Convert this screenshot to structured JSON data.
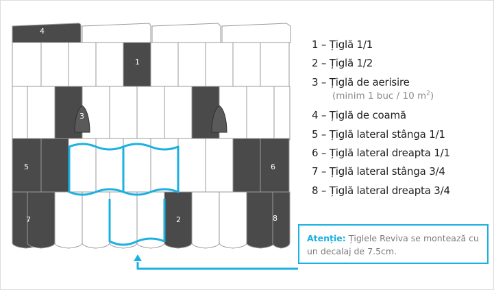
{
  "diagram": {
    "tile_numbers": {
      "ridge": "4",
      "full": "1",
      "half": "2",
      "vent": "3",
      "left_full": "5",
      "right_full": "6",
      "left_three_quarter": "7",
      "right_three_quarter": "8"
    }
  },
  "legend": {
    "items": [
      "1 – Țiglă 1/1",
      "2 – Țiglă 1/2",
      "3 – Țiglă de aerisire",
      "4 – Țiglă de coamă",
      "5 – Țiglă lateral stânga 1/1",
      "6 – Țiglă lateral dreapta 1/1",
      "7 – Țiglă lateral stânga 3/4",
      "8 – Țiglă lateral dreapta 3/4"
    ],
    "vent_note": "(minim 1 buc / 10 m",
    "vent_note_sup": "2",
    "vent_note_end": ")"
  },
  "callout": {
    "title": "Atenție:",
    "text": " Țiglele Reviva se montează cu un decalaj de 7.5cm."
  },
  "colors": {
    "accent": "#1ab0e0",
    "dark_tile": "#4a4a4a",
    "tile_outline": "#9a9a9a"
  }
}
